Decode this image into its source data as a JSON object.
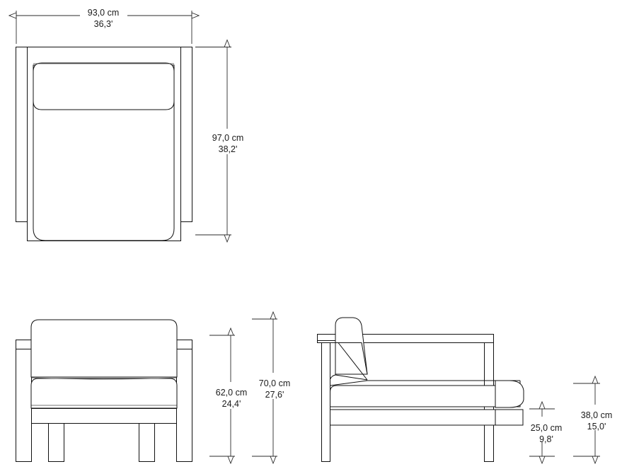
{
  "drawing": {
    "title": "Armchair dimensioned orthographic drawing",
    "background_color": "#ffffff",
    "line_color": "#111111",
    "text_color": "#1a1a1a",
    "units_primary": "cm",
    "units_secondary": "'"
  },
  "views": {
    "plan": {
      "name": "top-view",
      "label": ""
    },
    "front": {
      "name": "front-view",
      "label": ""
    },
    "side": {
      "name": "side-view",
      "label": ""
    }
  },
  "dimensions": {
    "width_top": {
      "primary": "93,0 cm",
      "secondary": "36,3'",
      "orientation": "horizontal"
    },
    "height_plan": {
      "primary": "97,0 cm",
      "secondary": "38,2'",
      "orientation": "vertical"
    },
    "seat_back_height": {
      "primary": "62,0 cm",
      "secondary": "24,4'",
      "orientation": "vertical"
    },
    "total_height": {
      "primary": "70,0 cm",
      "secondary": "27,6'",
      "orientation": "vertical"
    },
    "seat_height": {
      "primary": "25,0 cm",
      "secondary": "9,8'",
      "orientation": "vertical"
    },
    "arm_height": {
      "primary": "38,0 cm",
      "secondary": "15,0'",
      "orientation": "vertical"
    }
  }
}
